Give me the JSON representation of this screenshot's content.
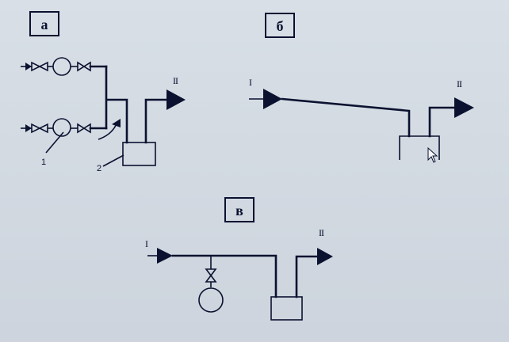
{
  "panels": {
    "a": {
      "label": "а",
      "in_marker": "",
      "out_marker": "II",
      "callout_1": "1",
      "callout_2": "2"
    },
    "b": {
      "label": "б",
      "in_marker": "I",
      "out_marker": "II"
    },
    "v": {
      "label": "в",
      "in_marker": "I",
      "out_marker": "II"
    }
  },
  "colors": {
    "ink": "#0b1230",
    "background": "#d5dce4"
  },
  "icons": [
    "valve-icon",
    "pump-icon",
    "flow-arrow-icon",
    "vessel-icon",
    "cursor-icon"
  ]
}
